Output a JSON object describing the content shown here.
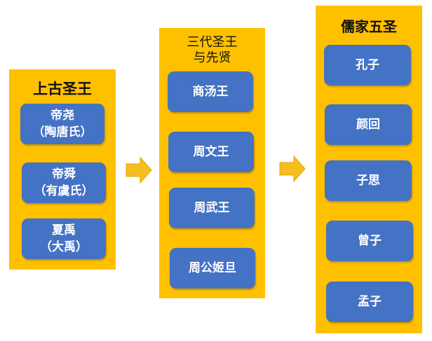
{
  "columns": [
    {
      "title": "上古圣王",
      "items": [
        {
          "line1": "帝尧",
          "line2": "（陶唐氏）"
        },
        {
          "line1": "帝舜",
          "line2": "（有虞氏）"
        },
        {
          "line1": "夏禹",
          "line2": "（大禹）"
        }
      ]
    },
    {
      "title_line1": "三代圣王",
      "title_line2": "与先贤",
      "items": [
        "商汤王",
        "周文王",
        "周武王",
        "周公姬旦"
      ]
    },
    {
      "title": "儒家五圣",
      "items": [
        "孔子",
        "颜回",
        "子思",
        "曾子",
        "孟子"
      ]
    }
  ],
  "colors": {
    "column_bg": "#FFC000",
    "box_bg": "#4472C4",
    "arrow": "#F5BD1F"
  }
}
